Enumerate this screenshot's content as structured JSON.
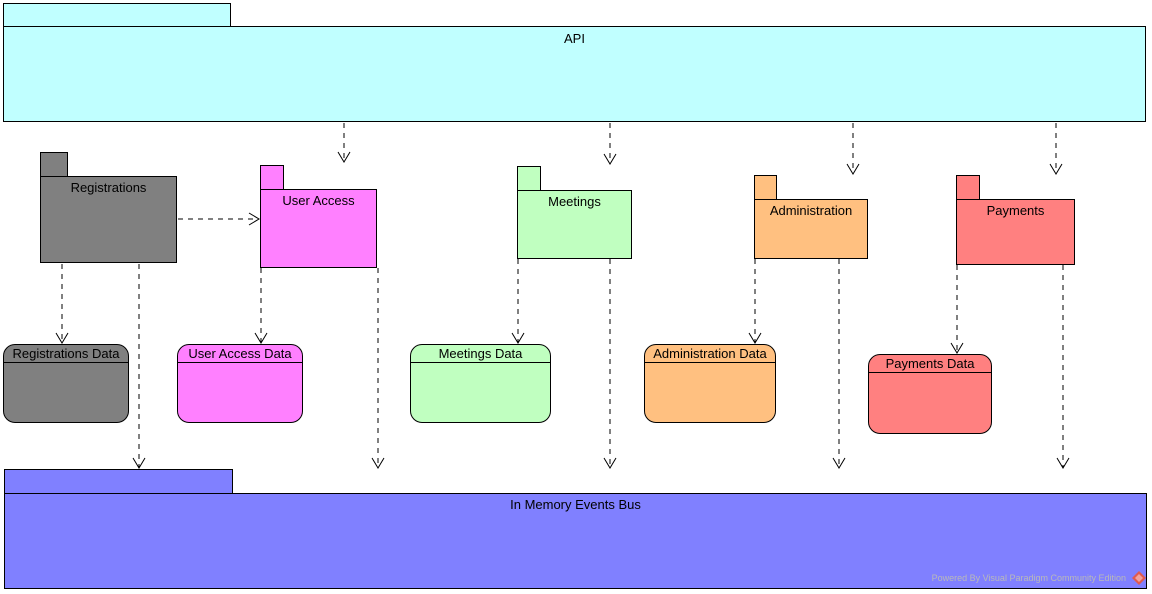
{
  "colors": {
    "api": "#c0ffff",
    "registrations": "#808080",
    "user_access": "#ff80ff",
    "meetings": "#c0ffc0",
    "administration": "#ffc080",
    "payments": "#ff8080",
    "bus": "#8080ff",
    "line": "#000000"
  },
  "packages": {
    "api": "API",
    "registrations": "Registrations",
    "user_access": "User Access",
    "meetings": "Meetings",
    "administration": "Administration",
    "payments": "Payments",
    "bus": "In Memory Events Bus"
  },
  "data_stores": {
    "registrations": "Registrations Data",
    "user_access": "User Access Data",
    "meetings": "Meetings Data",
    "administration": "Administration Data",
    "payments": "Payments Data"
  },
  "watermark": "Powered By  Visual Paradigm Community Edition",
  "watermark_icon": "visual-paradigm-logo-icon"
}
